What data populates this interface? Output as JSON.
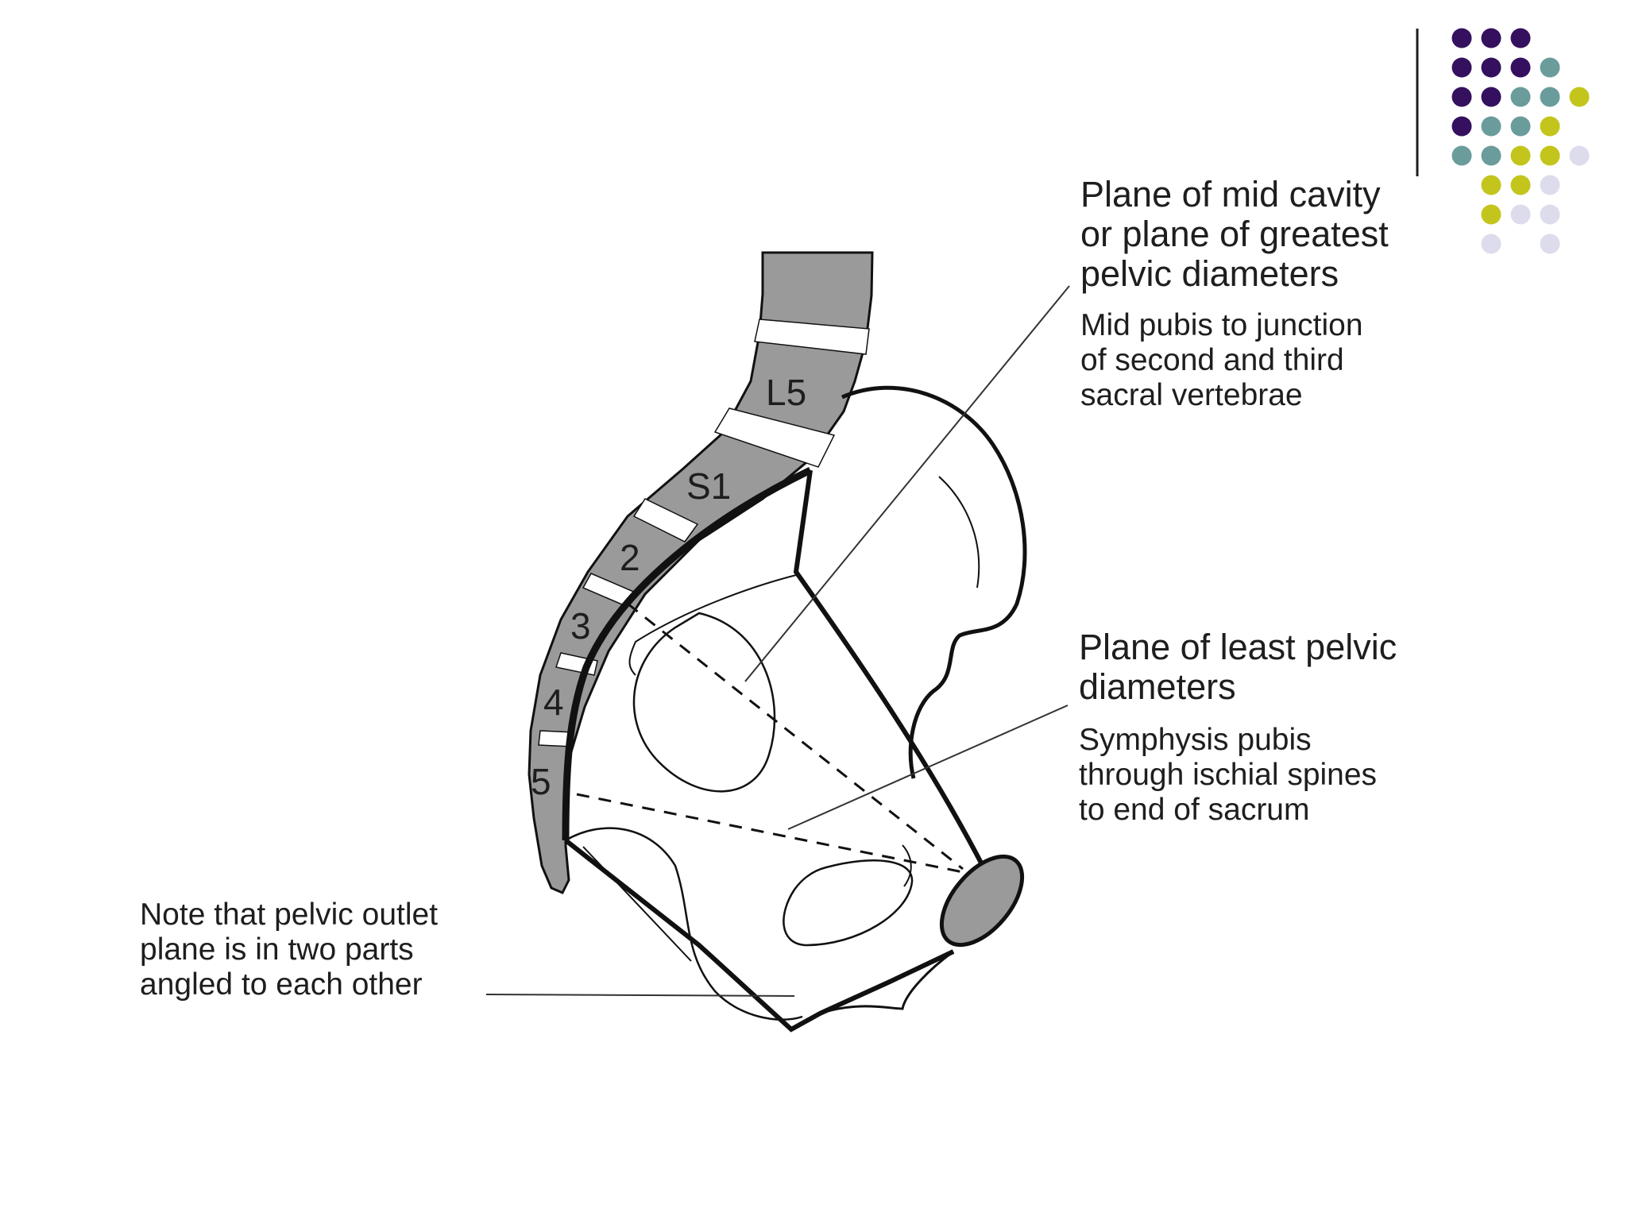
{
  "decoration": {
    "dot_colors": {
      "purple": "#34105f",
      "teal": "#6a9c9b",
      "olive": "#c3c51c",
      "lavender": "#dcdcec"
    }
  },
  "diagram": {
    "vertebra_labels": [
      "L5",
      "S1",
      "2",
      "3",
      "4",
      "5"
    ],
    "midcavity": {
      "title_lines": [
        "Plane of mid cavity",
        "or plane of greatest",
        "pelvic diameters"
      ],
      "desc_lines": [
        "Mid pubis to junction",
        "of second and third",
        "sacral vertebrae"
      ]
    },
    "least": {
      "title_lines": [
        "Plane of least pelvic",
        "diameters"
      ],
      "desc_lines": [
        "Symphysis pubis",
        "through ischial spines",
        "to end of sacrum"
      ]
    },
    "outlet_note_lines": [
      "Note that pelvic outlet",
      "plane is in two parts",
      "angled to each other"
    ],
    "bone_fill": "#9a9a9a",
    "line_color": "#111111"
  }
}
